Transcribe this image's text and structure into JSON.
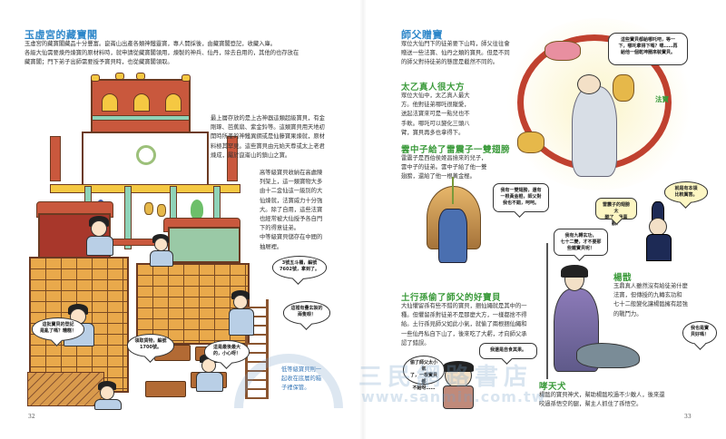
{
  "left_page": {
    "page_number": "32",
    "section": {
      "title": "玉虛宮的藏寶閣",
      "body": [
        "玉虛宮的藏寶閣藏品十分豐富。崑崙山出產各類神鐵靈寶，專人開採後，由藏寶閣登記，收藏入庫。",
        "各級大仙需要煉丹煉寶的原材料時，就申請從藏寶閣領用，煉製的神兵、仙丹，除去自用的，其他的也存放在",
        "藏寶閣；門下弟子出師需要授予寶貝時，也從藏寶閣領取。"
      ]
    },
    "upper_note": [
      "最上層存放的是上古神器這類超級寶貝，有金",
      "剛琢、芭蕉扇、紫金鈴等。這類寶貝用天地初",
      "開時所產的神鐵異鋼或是仙藤寶果煉就，原材",
      "料極其罕見。這些寶貝由元始天尊或太上老君",
      "煉成，屬於崑崙山的鎮山之寶。"
    ],
    "middle_note": [
      "高等級寶貝收納在高處陳",
      "列架上，這一類寶物大多",
      "由十二金仙這一級別的大",
      "仙煉就，法寶威力十分強",
      "大。除了自用，這些法寶",
      "也經常被大仙授予各自門",
      "下的得意徒弟。",
      "中等級寶貝儲存在中間的",
      "抽屜裡。"
    ],
    "lower_note": [
      "低等級寶貝則一",
      "起收在底層的箱",
      "子裡保管。"
    ],
    "bubbles": [
      [
        "3號五斗櫃，編號",
        "7602號，拿到了。"
      ],
      [
        "這裡有疊玄袈的",
        "兩隻眼！"
      ],
      [
        "這批寶貝的登記",
        "是亂了嗎？糟糕！"
      ],
      [
        "領取貨物，編號",
        "1700號。"
      ],
      [
        "這是最後最大",
        "的，小心呀！"
      ]
    ]
  },
  "right_page": {
    "page_number": "33",
    "sections": [
      {
        "title": "師父贈寶",
        "body": [
          "眾位大仙門下的徒弟要下山時，師父往往會",
          "贈送一些法寶、仙丹之類的寶貝。但是不同",
          "的師父對待徒弟的態度是截然不同的。"
        ]
      },
      {
        "title": "太乙真人很大方",
        "body": [
          "眾位大仙中，太乙真人最大",
          "方。他對徒弟哪吒很寵愛，",
          "送起法寶來可是一點兒也不",
          "手軟。哪吒可以變化三頭八",
          "臂，寶貝再多也拿得下。"
        ]
      },
      {
        "title": "雲中子給了雷震子一雙翅膀",
        "body": [
          "雷震子是西伯侯姬昌撿來的兒子，",
          "雲中子的徒弟。雲中子給了他一雙",
          "翅膀，還給了他一根黃金棍。"
        ]
      },
      {
        "title": "土行孫偷了師父的好寶貝",
        "body": [
          "大仙懼留孫有些不錯的寶貝，捆仙繩就是其中的一",
          "種。但懼留孫對徒弟不是那麼大方，一樣都捨不得",
          "給。土行孫見師父如此小氣，就偷了兩根捆仙繩和",
          "一些仙丹私自下山了，後來吃了大虧，才向師父承",
          "認了錯誤。"
        ]
      },
      {
        "title": "楊戩",
        "body": [
          "玉鼎真人雖然沒有給徒弟什麼",
          "法寶，但傳授的九轉玄功和",
          "七十二般變化讓楊戩擁有超強",
          "的戰鬥力。"
        ]
      },
      {
        "title": "哮天犬",
        "body": [
          "楊戩的寶貝神犬，幫助楊戩咬過不少敵人，後來還",
          "咬過孫悟空的腿，幫主人抓住了孫悟空。"
        ]
      }
    ],
    "fabao_label": "法寶",
    "bubbles": {
      "nezha": [
        "這些寶貝都給哪吒吧，等一",
        "下，哪吒拿得下嗎？嗯……再",
        "給他一個乾坤圈來裝寶貝。"
      ],
      "leizhenzi": [
        "我有一雙翅膀，還有",
        "一根黃金棍，師父對",
        "我也不錯，呵呵。"
      ],
      "yangjian": [
        "我有九轉玄功，",
        "七十二變，才不要那",
        "些雜寶貝呢！"
      ],
      "green": [
        "雷震子的翅膀太",
        "酷了，我喜歡！"
      ],
      "official": [
        "就是有本領",
        "比較厲害。"
      ],
      "dog": [
        "我也是寶",
        "貝好嗎！"
      ],
      "tuxingsun_think": [
        "偷了師父太小氣",
        "了，一根寶貝都",
        "不給呀……"
      ],
      "tuxingsun_say": [
        "我還是自食其果。"
      ]
    }
  },
  "watermark": {
    "text_cn": "三民網路書店",
    "text_url": "www.sanmin.com.tw"
  },
  "colors": {
    "title_blue": "#2c86c9",
    "title_green": "#3a9a3a",
    "body_text": "#333333",
    "note_blue": "#3878b8"
  }
}
